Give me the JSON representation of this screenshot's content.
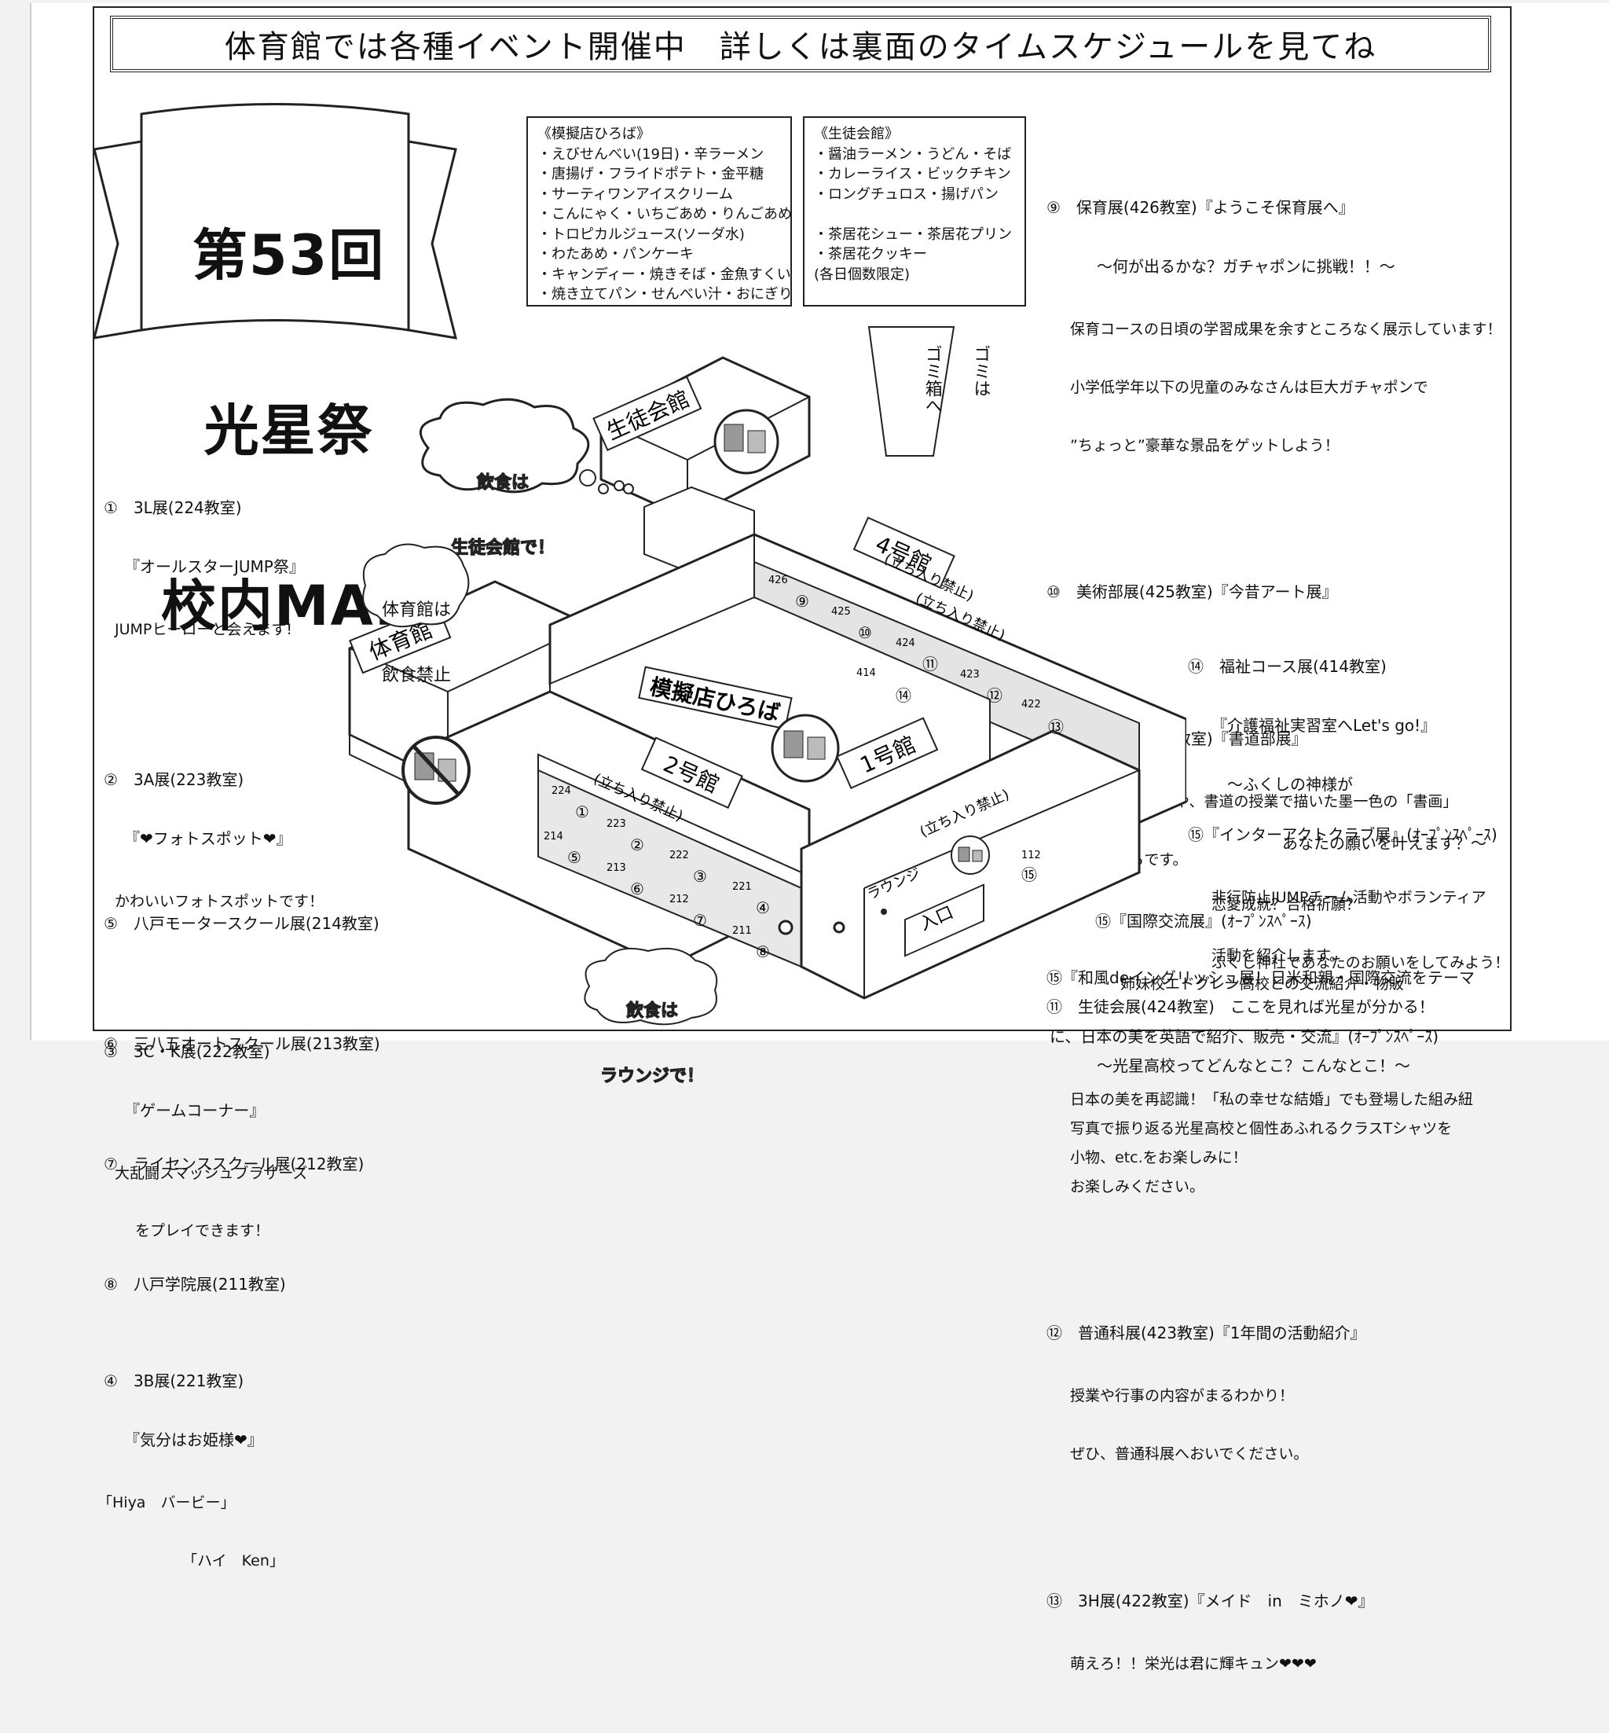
{
  "header": "体育館では各種イベント開催中　詳しくは裏面のタイムスケジュールを見てね",
  "title_lines": [
    "第53回",
    "光星祭",
    "校内MAP"
  ],
  "mogi_box": {
    "title": "《模擬店ひろば》",
    "items": [
      "・えびせんべい(19日)・辛ラーメン",
      "・唐揚げ・フライドポテト・金平糖",
      "・サーティワンアイスクリーム",
      "・こんにゃく・いちごあめ・りんごあめ",
      "・トロピカルジュース(ソーダ水)",
      "・わたあめ・パンケーキ",
      "・キャンディー・焼きそば・金魚すくい",
      "・焼き立てパン・せんべい汁・おにぎり"
    ]
  },
  "seito_box": {
    "title": "《生徒会館》",
    "items": [
      "・醤油ラーメン・うどん・そば",
      "・カレーライス・ビックチキン",
      "・ロングチュロス・揚げパン",
      "",
      "・茶居花シュー・茶居花プリン",
      "・茶居花クッキー",
      "(各日個数限定)"
    ]
  },
  "gomi": [
    "ゴミは",
    "ゴミ箱へ"
  ],
  "bubbles": {
    "food_seito": [
      "飲食は",
      "生徒会館で！"
    ],
    "gym_no_food": [
      "体育館は",
      "飲食禁止"
    ],
    "food_lounge": [
      "飲食は",
      "ラウンジで！"
    ]
  },
  "left_list": [
    {
      "num": "①",
      "title": "3L展(224教室)",
      "sub": "『オールスターJUMP祭』",
      "desc": [
        "JUMPヒーローと会えます!"
      ]
    },
    {
      "num": "②",
      "title": "3A展(223教室)",
      "sub": "『❤フォトスポット❤』",
      "desc": [
        "かわいいフォトスポットです！"
      ]
    },
    {
      "num": "③",
      "title": "3C・K展(222教室)",
      "sub": "『ゲームコーナー』",
      "desc": [
        "大乱闘スマッシュブラザーズ",
        "をプレイできます！"
      ]
    },
    {
      "num": "④",
      "title": "3B展(221教室)",
      "sub": "『気分はお姫様❤』",
      "desc": [
        "「Hiya　バービー」",
        "「ハイ　Ken」"
      ]
    },
    {
      "num": "⑤",
      "title": "八戸モータースクール展(214教室)"
    },
    {
      "num": "⑥",
      "title": "三八五オートスクール展(213教室)"
    },
    {
      "num": "⑦",
      "title": "ライセンススクール展(212教室)"
    },
    {
      "num": "⑧",
      "title": "八戸学院展(211教室)"
    }
  ],
  "right_list": [
    {
      "line1": "⑨　保育展(426教室)『ようこそ保育展へ』",
      "line2": "～何が出るかな？ガチャポンに挑戦！！～",
      "desc": [
        "保育コースの日頃の学習成果を余すところなく展示しています！",
        "小学低学年以下の児童のみなさんは巨大ガチャポンで",
        "”ちょっと”豪華な景品をゲットしよう！"
      ]
    },
    {
      "line1": "⑩　美術部展(425教室)『今昔アート展』"
    },
    {
      "line1": "⑩　書道部展(425教室)『書道部展』",
      "desc": [
        "書道部員の作品や、書道の授業で描いた墨一色の「書画」",
        "は見どころです。"
      ]
    },
    {
      "line1": "⑪　生徒会展(424教室)　ここを見れば光星が分かる！",
      "line2": "～光星高校ってどんなとこ？こんなとこ！～",
      "desc": [
        "写真で振り返る光星高校と個性あふれるクラスTシャツを",
        "お楽しみください。"
      ]
    },
    {
      "line1": "⑫　普通科展(423教室)『1年間の活動紹介』",
      "desc": [
        "授業や行事の内容がまるわかり！",
        "ぜひ、普通科展へおいでください。"
      ]
    },
    {
      "line1": "⑬　3H展(422教室)『メイド　in　ミホノ❤』",
      "desc": [
        "萌えろ！！栄光は君に輝キュン❤❤❤"
      ]
    }
  ],
  "right_list2": [
    {
      "line1": "⑭　福祉コース展(414教室)",
      "line2": "『介護福祉実習室へLet's go!』",
      "line3": "～ふくしの神様が",
      "line4": "あなたの願いを叶えます？～",
      "desc": [
        "恋愛成就？合格祈願？",
        "ふくし神社であなたのお願いをしてみよう！"
      ]
    },
    {
      "line1": "⑮『インターアクトクラブ展』(ｵｰﾌﾟﾝｽﾍﾟｰｽ)",
      "desc": [
        "非行防止JUMPチーム活動やボランティア",
        "活動を紹介します。"
      ]
    },
    {
      "line1": "⑮『国際交流展』(ｵｰﾌﾟﾝｽﾍﾟｰｽ)",
      "desc": [
        "姉妹校エドグレン高校との交流紹介・物販"
      ]
    },
    {
      "line1": "⑮『和風deイングリッシュ展！日米和親・国際交流をテーマ",
      "line2": "に、日本の美を英語で紹介、販売・交流』(ｵｰﾌﾟﾝｽﾍﾟｰｽ)",
      "desc": [
        "日本の美を再認識！「私の幸せな結婚」でも登場した組み紐",
        "小物、etc.をお楽しみに！"
      ]
    }
  ],
  "map": {
    "buildings": [
      "生徒会館",
      "体育館",
      "2号館",
      "1号館",
      "4号館",
      "模擬店ひろば"
    ],
    "restricted": "(立ち入り禁止)",
    "lounge": "ラウンジ",
    "entrance": "入口",
    "rooms2": [
      {
        "n": "224",
        "c": "①"
      },
      {
        "n": "223",
        "c": "②"
      },
      {
        "n": "222",
        "c": "③"
      },
      {
        "n": "221",
        "c": "④"
      },
      {
        "n": "214",
        "c": "⑤"
      },
      {
        "n": "213",
        "c": "⑥"
      },
      {
        "n": "212",
        "c": "⑦"
      },
      {
        "n": "211",
        "c": "⑧"
      }
    ],
    "rooms4": [
      {
        "n": "426",
        "c": "⑨"
      },
      {
        "n": "425",
        "c": "⑩"
      },
      {
        "n": "424",
        "c": "⑪"
      },
      {
        "n": "423",
        "c": "⑫"
      },
      {
        "n": "422",
        "c": "⑬"
      },
      {
        "n": "414",
        "c": "⑭"
      }
    ],
    "rooms1": [
      {
        "n": "112",
        "c": "⑮"
      }
    ]
  }
}
